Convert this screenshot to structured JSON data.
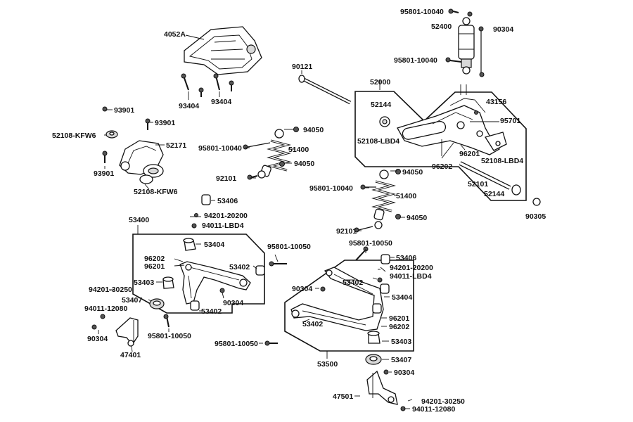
{
  "labels": {
    "l4052a": "4052A",
    "l93404a": "93404",
    "l93404b": "93404",
    "l93901a": "93901",
    "l93901b": "93901",
    "l93901c": "93901",
    "l52108kfw6a": "52108-KFW6",
    "l52171": "52171",
    "l52108kfw6b": "52108-KFW6",
    "l90121": "90121",
    "l95801_10040a": "95801-10040",
    "l52400": "52400",
    "l90304a": "90304",
    "l95801_10040b": "95801-10040",
    "l52000": "52000",
    "l52144a": "52144",
    "l43156": "43156",
    "l95701": "95701",
    "l52108lbd4a": "52108-LBD4",
    "l96201a": "96201",
    "l96202a": "96202",
    "l52108lbd4b": "52108-LBD4",
    "l52101": "52101",
    "l52144b": "52144",
    "l90305": "90305",
    "l94050a": "94050",
    "l95801_10040c": "95801-10040",
    "l51400a": "51400",
    "l94050b": "94050",
    "l92101a": "92101",
    "l53406a": "53406",
    "l94050c": "94050",
    "l95801_10040d": "95801-10040",
    "l51400b": "51400",
    "l94050d": "94050",
    "l92101b": "92101",
    "l94201_20200a": "94201-20200",
    "l94011_lbd4a": "94011-LBD4",
    "l53400": "53400",
    "l53404a": "53404",
    "l96202b": "96202",
    "l96201b": "96201",
    "l53402a": "53402",
    "l95801_10050a": "95801-10050",
    "l53403a": "53403",
    "l94201_30250a": "94201-30250",
    "l53407a": "53407",
    "l90304b": "90304",
    "l53402b": "53402",
    "l94011_12080a": "94011-12080",
    "l90304c": "90304",
    "l95801_10050b": "95801-10050",
    "l47401": "47401",
    "l95801_10050c": "95801-10050",
    "l53406b": "53406",
    "l94201_20200b": "94201-20200",
    "l94011_lbd4b": "94011-LBD4",
    "l53402c": "53402",
    "l90304d": "90304",
    "l53404b": "53404",
    "l96201c": "96201",
    "l96202c": "96202",
    "l53402d": "53402",
    "l95801_10050d": "95801-10050",
    "l53403b": "53403",
    "l53500": "53500",
    "l53407b": "53407",
    "l90304e": "90304",
    "l47501": "47501",
    "l94201_30250b": "94201-30250",
    "l94011_12080b": "94011-12080"
  }
}
